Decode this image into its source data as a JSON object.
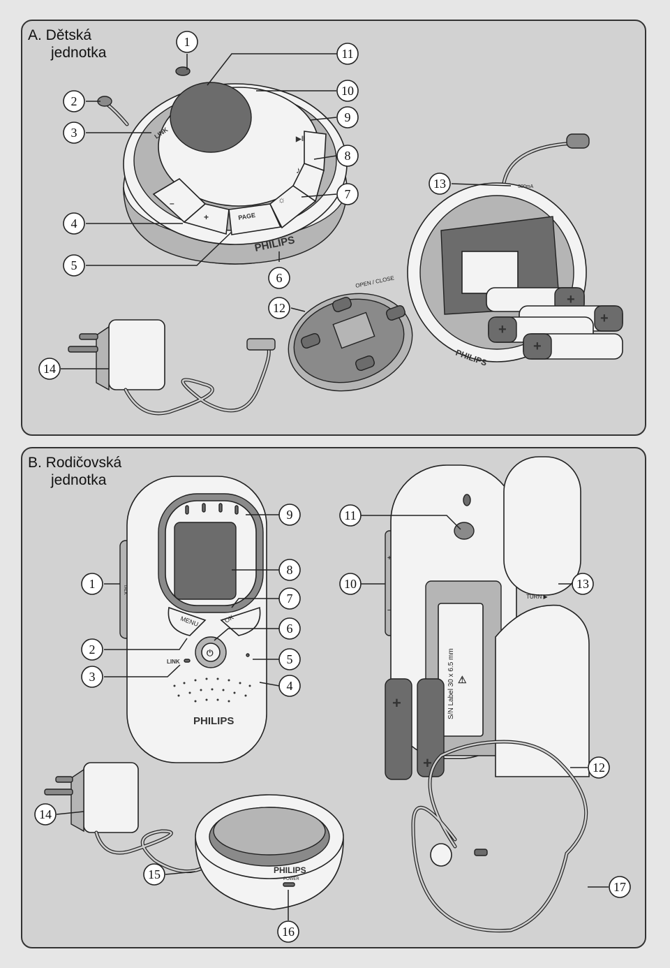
{
  "panel_a": {
    "title_line1": "A.  Dětská",
    "title_line2": "jednotka"
  },
  "panel_b": {
    "title_line1": "B.  Rodičovská",
    "title_line2": "jednotka"
  },
  "labels": {
    "brand": "PHILIPS",
    "link": "LINK",
    "page": "PAGE",
    "menu": "MENU",
    "ok": "OK",
    "talk": "TALK",
    "turn": "TURN",
    "open": "OPEN",
    "close": "CLOSE",
    "power": "POWER",
    "sn_label": "S/N Label  30 x 6.5 mm",
    "rating": "300mA"
  },
  "icons": [
    "plus-icon",
    "minus-icon",
    "sun-icon",
    "music-note-icon",
    "play-pause-icon",
    "power-icon",
    "warning-icon"
  ],
  "callouts_a": [
    "1",
    "2",
    "3",
    "4",
    "5",
    "6",
    "7",
    "8",
    "9",
    "10",
    "11",
    "12",
    "13",
    "14"
  ],
  "callouts_b": [
    "1",
    "2",
    "3",
    "4",
    "5",
    "6",
    "7",
    "8",
    "9",
    "10",
    "11",
    "12",
    "13",
    "14",
    "15",
    "16",
    "17"
  ]
}
